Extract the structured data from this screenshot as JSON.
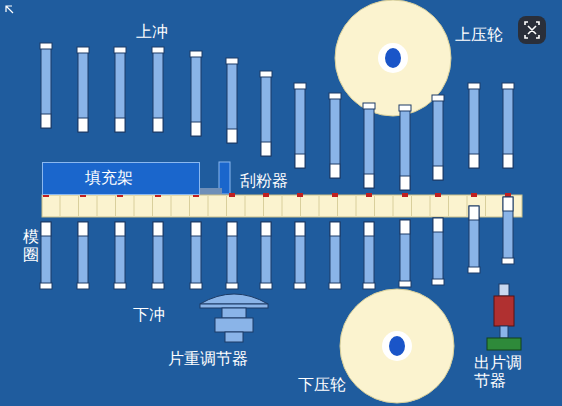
{
  "diagram": {
    "nodes": [
      {
        "text": [
          "填充架"
        ]
      }
    ],
    "labels": [
      "上冲",
      "上压轮",
      "刮粉器",
      "模圈",
      "下冲",
      "片重调节器",
      "下压轮",
      "出片调 节器"
    ]
  }
}
